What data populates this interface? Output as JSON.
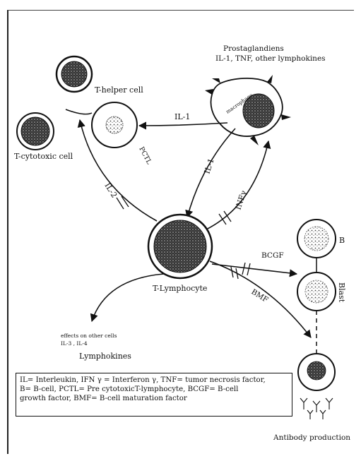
{
  "diagram": {
    "cells": {
      "t_helper": "T-helper cell",
      "t_cytotoxic": "T-cytotoxic cell",
      "pctl": "PCTL",
      "macrophage": "macrophage",
      "t_lymphocyte": "T-Lymphocyte",
      "b_cell": "B",
      "blast": "Blast"
    },
    "secretions": {
      "title": "Prostaglandiens",
      "items": "IL-1, TNF, other lymphokines"
    },
    "arrows": {
      "il1_horizontal": "IL-1",
      "il1_vertical": "IL-1",
      "il2": "IL-2",
      "ifn": "INFγ",
      "bcgf": "BCGF",
      "bmf": "BMF"
    },
    "lymphokines": {
      "effects": "effects on other cells",
      "ils": "IL-3 , IL-4",
      "label": "Lymphokines"
    },
    "antibody": "Antibody production",
    "legend": [
      "IL= Interleukin, IFN γ = Interferon γ, TNF= tumor necrosis factor,",
      "B= B-cell, PCTL= Pre cytotoxicT-lymphocyte, BCGF= B-cell",
      "growth factor, BMF= B-cell maturation factor"
    ]
  }
}
